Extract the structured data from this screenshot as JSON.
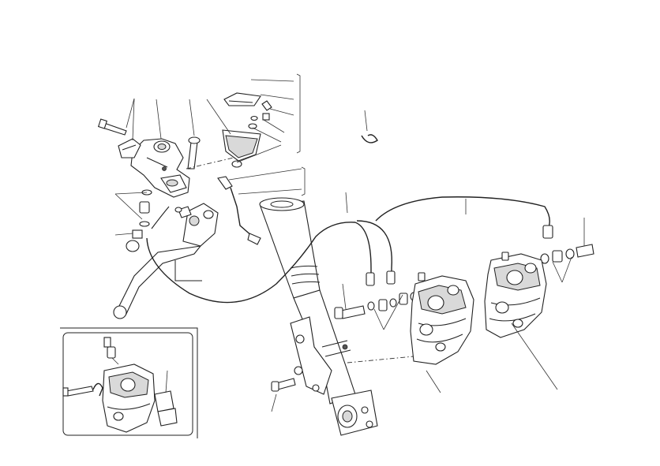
{
  "figure": {
    "kind": "exploded-parts-diagram",
    "text_labels": []
  },
  "components": [
    {
      "id": "master-cylinder",
      "icon": "brake-master-cylinder"
    },
    {
      "id": "brake-lever",
      "icon": "brake-lever"
    },
    {
      "id": "fluid-reservoir",
      "icon": "fluid-reservoir"
    },
    {
      "id": "brake-hose",
      "icon": "hose"
    },
    {
      "id": "left-caliper",
      "icon": "brake-caliper"
    },
    {
      "id": "right-caliper",
      "icon": "brake-caliper"
    },
    {
      "id": "fork-leg",
      "icon": "fork-leg"
    },
    {
      "id": "caliper-detail-inset",
      "icon": "detail-box"
    }
  ],
  "colors": {
    "line": "#222222",
    "shade": "#d9d9d9",
    "background": "#ffffff"
  }
}
